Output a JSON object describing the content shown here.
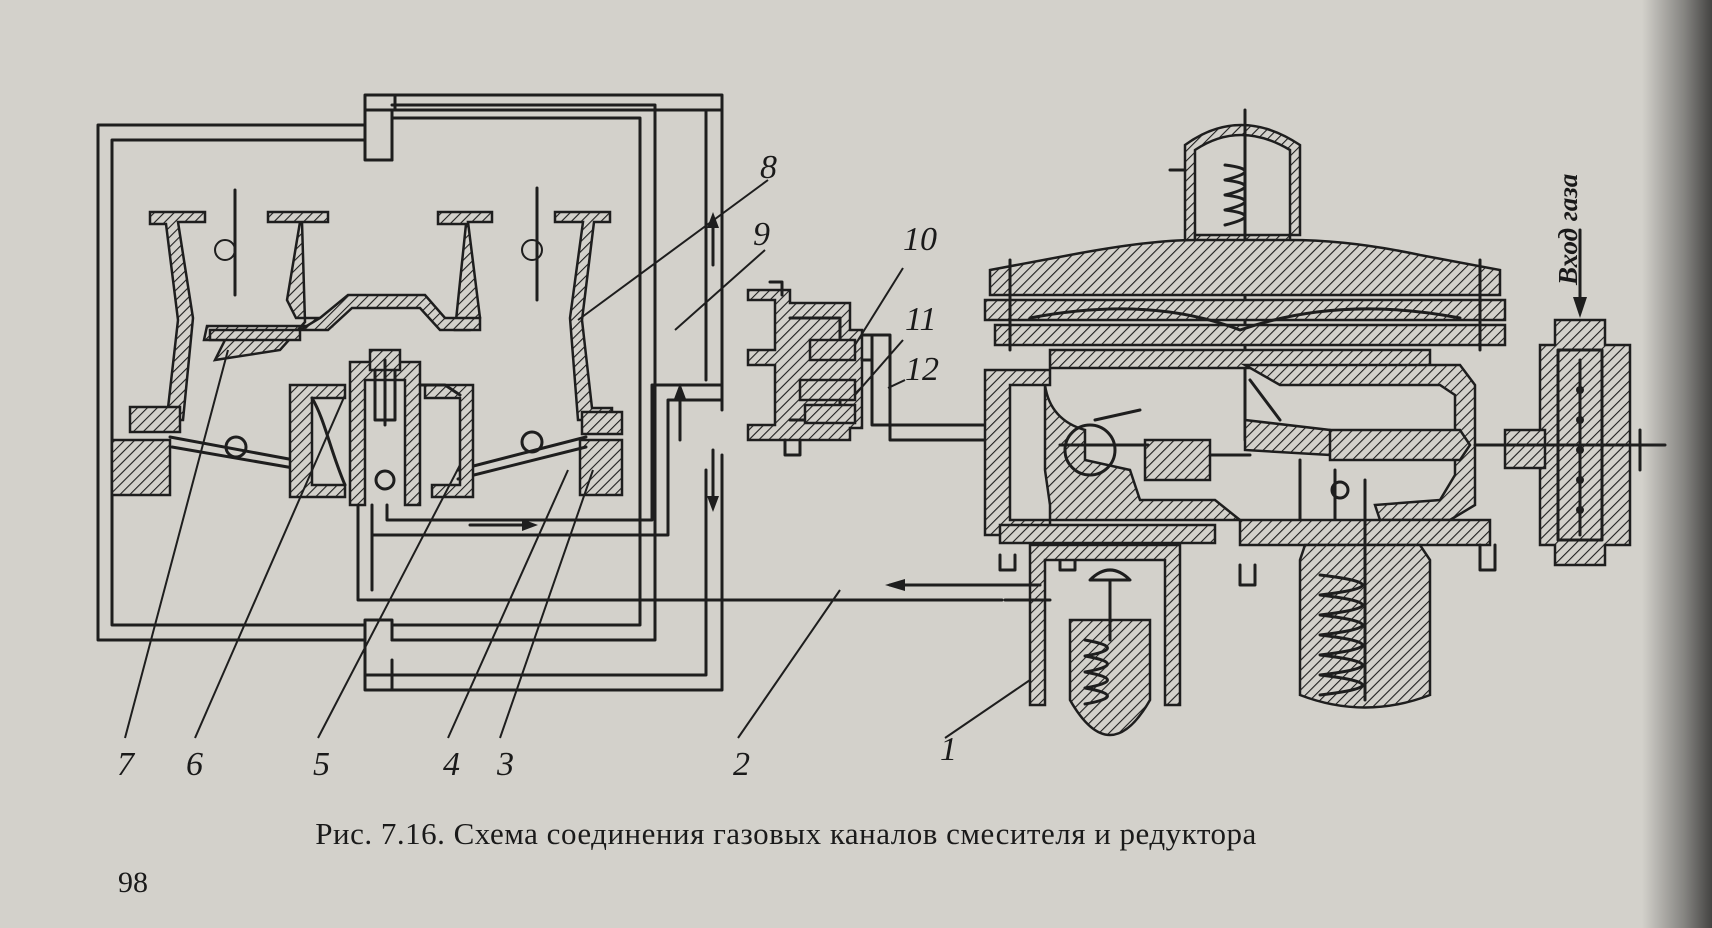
{
  "labels": {
    "n1": "1",
    "n2": "2",
    "n3": "3",
    "n4": "4",
    "n5": "5",
    "n6": "6",
    "n7": "7",
    "n8": "8",
    "n9": "9",
    "n10": "10",
    "n11": "11",
    "n12": "12"
  },
  "gas_inlet_label": "Вход газа",
  "caption": "Рис. 7.16. Схема соединения газовых каналов смесителя и редуктора",
  "page_number": "98",
  "colors": {
    "paper": "#d3d1cb",
    "ink": "#1e1e1e"
  }
}
